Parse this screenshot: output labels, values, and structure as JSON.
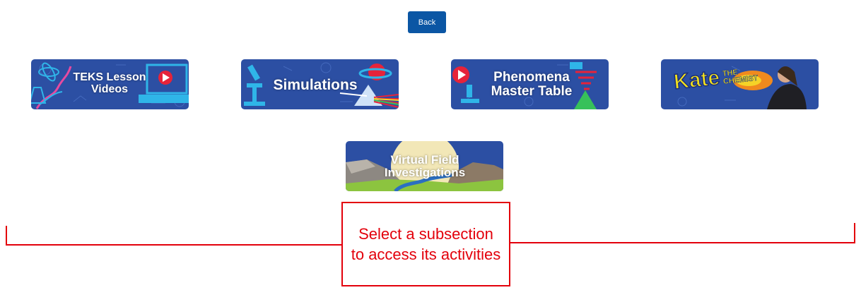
{
  "back_button": {
    "label": "Back"
  },
  "tiles": [
    {
      "label_line1": "TEKS Lesson",
      "label_line2": "Videos"
    },
    {
      "label_line1": "Simulations",
      "label_line2": ""
    },
    {
      "label_line1": "Phenomena",
      "label_line2": "Master Table"
    },
    {
      "logo_text": "Kate THE CHEMIST"
    },
    {
      "label_line1": "Virtual Field",
      "label_line2": "Investigations"
    }
  ],
  "callout": {
    "text": "Select a subsection to access its activities"
  },
  "colors": {
    "tile_blue": "#2c4fa3",
    "back_button": "#0b56a4",
    "annotation_red": "#e3000b"
  }
}
